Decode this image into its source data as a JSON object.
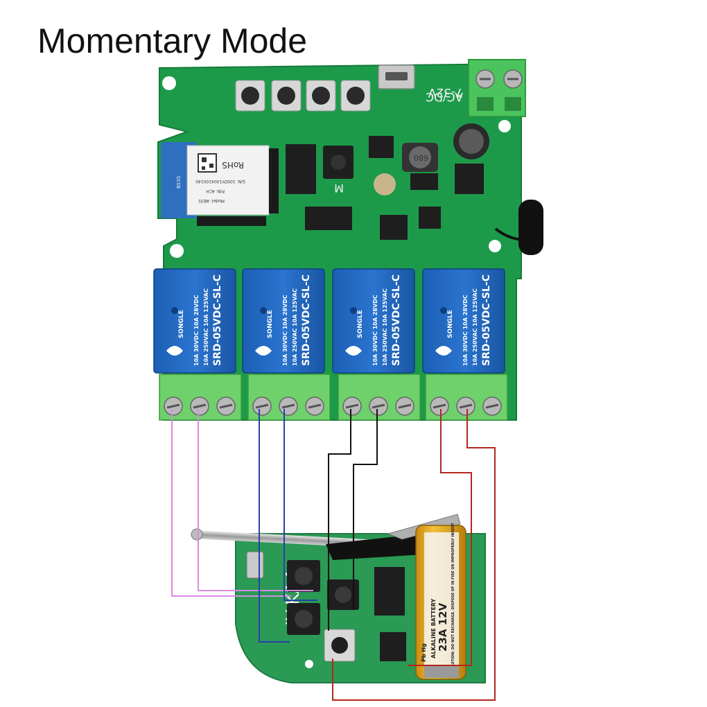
{
  "title": "Momentary Mode",
  "board": {
    "power_label": "7-32V",
    "power_label_2": "AC/DC",
    "button_label": "M",
    "module_rohs": "RoHS",
    "module_model": "Model: AB35",
    "module_pn": "P/N: 4CH",
    "module_sn": "S/N: 100DY1004100140",
    "module_edge": "B535",
    "inductor_code": "680",
    "relays": [
      {
        "brand": "SONGLE",
        "model": "SRD-05VDC-SL-C",
        "rating1": "10A 250VAC 10A 125VAC",
        "rating2": "10A 30VDC 10A 28VDC"
      },
      {
        "brand": "SONGLE",
        "model": "SRD-05VDC-SL-C",
        "rating1": "10A 250VAC 10A 125VAC",
        "rating2": "10A 30VDC 10A 28VDC"
      },
      {
        "brand": "SONGLE",
        "model": "SRD-05VDC-SL-C",
        "rating1": "10A 250VAC 10A 125VAC",
        "rating2": "10A 30VDC 10A 28VDC"
      },
      {
        "brand": "SONGLE",
        "model": "SRD-05VDC-SL-C",
        "rating1": "10A 250VAC 10A 125VAC",
        "rating2": "10A 30VDC 10A 28VDC"
      }
    ]
  },
  "remote": {
    "label": "JY-KA4",
    "battery_brand": "ALKALINE BATTERY",
    "battery_model": "23A 12V",
    "battery_warning": "CAUTION: DO NOT RECHARGE. DISPOSE OF IN FIRE OR IMPROPERLY INSERT",
    "battery_code": "Pb Hg"
  },
  "wire_colors": {
    "pink": "#d98be0",
    "blue": "#2b3fa8",
    "black": "#111111",
    "red": "#b3261e"
  }
}
